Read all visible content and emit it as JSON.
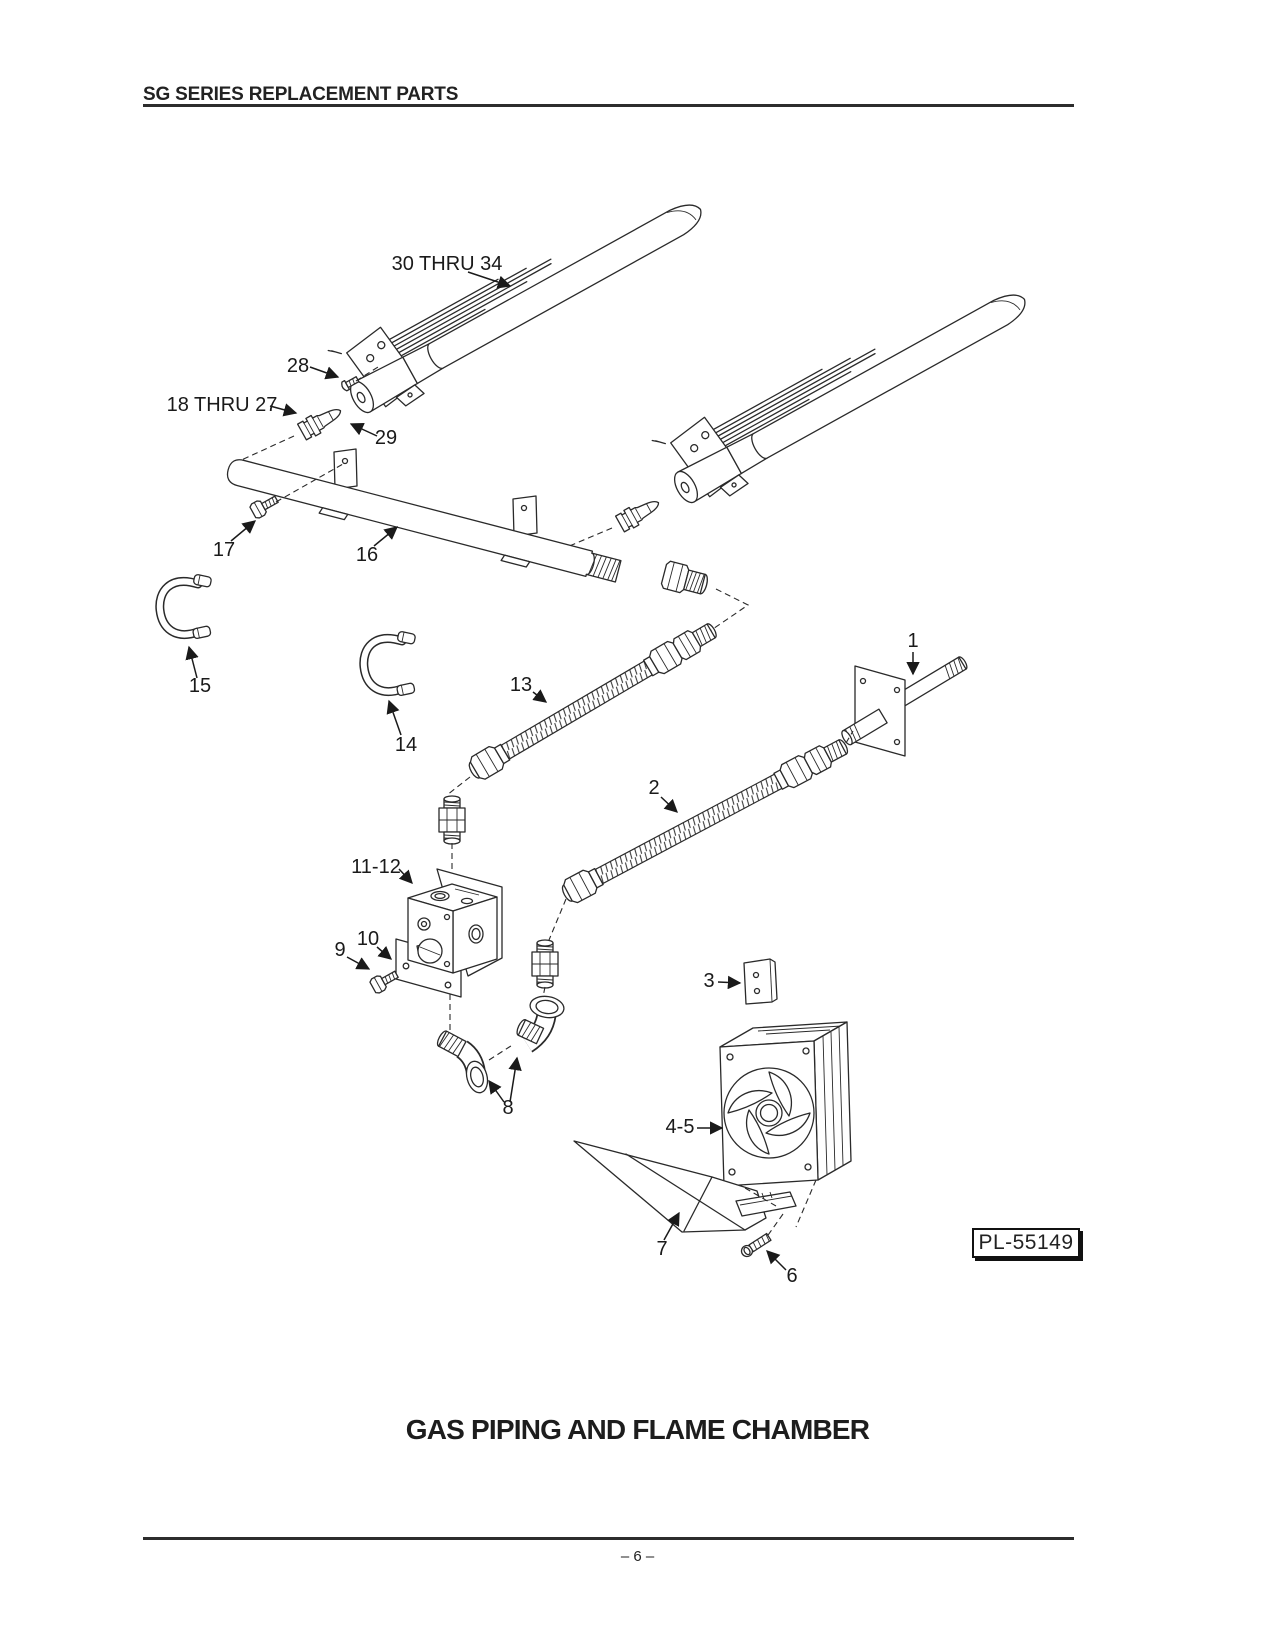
{
  "page": {
    "header": "SG SERIES REPLACEMENT PARTS",
    "title": "GAS PIPING AND FLAME CHAMBER",
    "plate_number": "PL-55149",
    "page_number": "– 6 –"
  },
  "callouts": [
    {
      "ref": "items-30-thru-34",
      "label": "30 THRU 34"
    },
    {
      "ref": "item-28",
      "label": "28"
    },
    {
      "ref": "items-18-thru-27",
      "label": "18 THRU 27"
    },
    {
      "ref": "item-29",
      "label": "29"
    },
    {
      "ref": "item-17",
      "label": "17"
    },
    {
      "ref": "item-16",
      "label": "16"
    },
    {
      "ref": "item-15",
      "label": "15"
    },
    {
      "ref": "item-14",
      "label": "14"
    },
    {
      "ref": "item-13",
      "label": "13"
    },
    {
      "ref": "item-1",
      "label": "1"
    },
    {
      "ref": "item-2",
      "label": "2"
    },
    {
      "ref": "items-11-12",
      "label": "11-12"
    },
    {
      "ref": "item-10",
      "label": "10"
    },
    {
      "ref": "item-9",
      "label": "9"
    },
    {
      "ref": "item-8",
      "label": "8"
    },
    {
      "ref": "item-3",
      "label": "3"
    },
    {
      "ref": "items-4-5",
      "label": "4-5"
    },
    {
      "ref": "item-7",
      "label": "7"
    },
    {
      "ref": "item-6",
      "label": "6"
    }
  ]
}
